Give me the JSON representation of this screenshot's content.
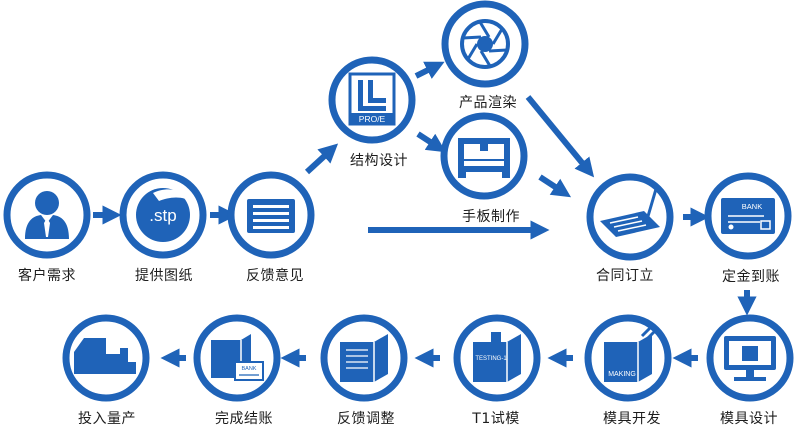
{
  "colors": {
    "primary": "#1f63b8",
    "icon_bg": "#ffffff",
    "text": "#1d1d1d"
  },
  "steps": {
    "customer_demand": {
      "label": "客户需求",
      "icon": "user-icon"
    },
    "provide_drawings": {
      "label": "提供图纸",
      "icon": "stp-file-icon",
      "icon_text": ".stp"
    },
    "feedback": {
      "label": "反馈意见",
      "icon": "document-lines-icon"
    },
    "structure_design": {
      "label": "结构设计",
      "icon": "proe-logo-icon",
      "icon_text": "PRO/E"
    },
    "product_render": {
      "label": "产品渲染",
      "icon": "aperture-icon"
    },
    "prototype": {
      "label": "手板制作",
      "icon": "3d-printer-icon"
    },
    "contract": {
      "label": "合同订立",
      "icon": "contract-signing-icon"
    },
    "deposit": {
      "label": "定金到账",
      "icon": "bank-card-icon",
      "icon_text": "BANK"
    },
    "mold_design": {
      "label": "模具设计",
      "icon": "monitor-icon"
    },
    "mold_making": {
      "label": "模具开发",
      "icon": "mold-making-icon",
      "icon_text": "MAKING"
    },
    "t1_trial": {
      "label": "T1试模",
      "icon": "mold-testing-icon",
      "icon_text": "TESTING-1"
    },
    "adjust": {
      "label": "反馈调整",
      "icon": "mold-block-icon"
    },
    "settlement": {
      "label": "完成结账",
      "icon": "mold-bank-icon",
      "icon_text": "BANK"
    },
    "mass_production": {
      "label": "投入量产",
      "icon": "production-machine-icon"
    }
  }
}
